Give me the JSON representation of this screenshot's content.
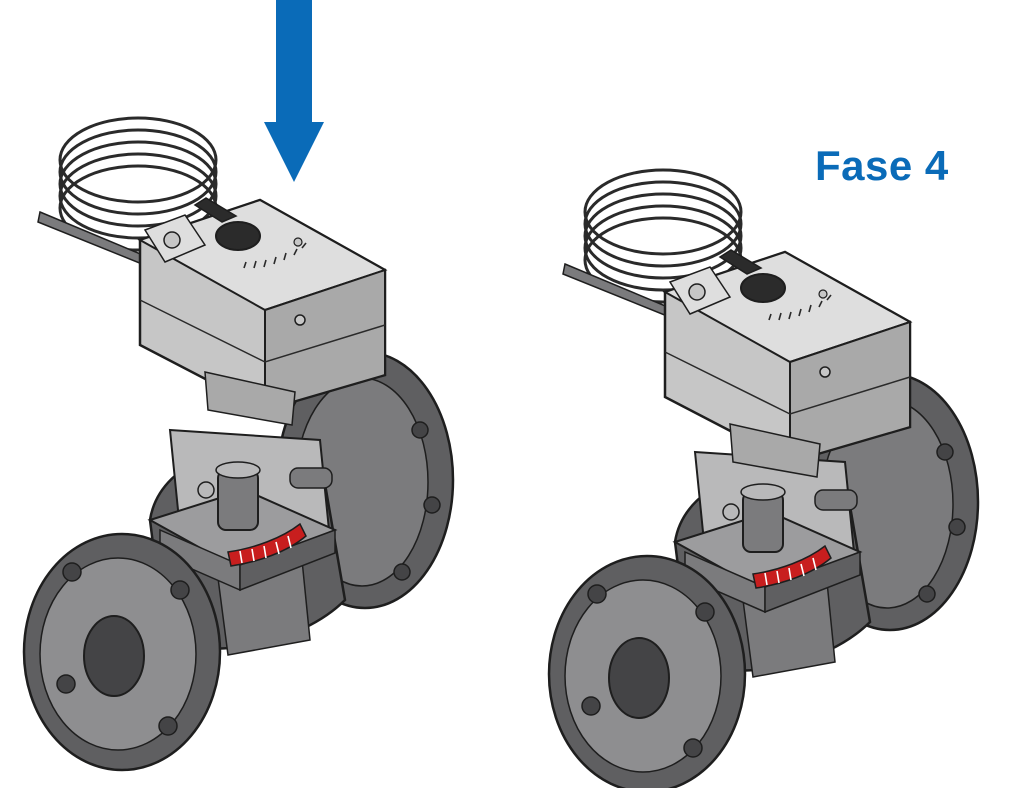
{
  "phase_label": "Fase 4",
  "colors": {
    "accent_blue": "#0a6bb8",
    "background": "#ffffff",
    "body_dark": "#5f5f61",
    "body_mid": "#7b7b7d",
    "body_face": "#8e8e90",
    "bore": "#444446",
    "actuator_light": "#dedede",
    "actuator_mid": "#c6c6c6",
    "actuator_dark": "#a9a9a9",
    "scale_red": "#c81e1e",
    "outline": "#1e1e1e"
  },
  "icons": {
    "arrow": "down-arrow-icon",
    "valve": "valve-with-actuator-icon"
  },
  "illustrations": [
    {
      "id": "before",
      "stage": "actuator-lowering",
      "indicator_arrow": true
    },
    {
      "id": "after",
      "stage": "actuator-mounted",
      "indicator_arrow": false
    }
  ]
}
